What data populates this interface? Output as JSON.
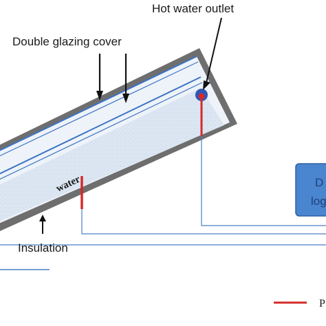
{
  "labels": {
    "hot_water_outlet": "Hot water outlet",
    "double_glazing_cover": "Double glazing cover",
    "water": "water",
    "insulation": "Insulation",
    "logger_line1": "D",
    "logger_line2": "log",
    "legend_partial": "P"
  },
  "colors": {
    "frame": "#6e6e6e",
    "glazing": "#3d73c4",
    "water_fill": "#dbe6f2",
    "thermocouple": "#d42a2a",
    "outlet_port": "#2f57b5",
    "logger_fill": "#4a86cf",
    "wire": "#4a7fc4",
    "arrow": "#111111"
  },
  "icons": [
    "arrow-down-icon",
    "arrow-up-icon"
  ]
}
